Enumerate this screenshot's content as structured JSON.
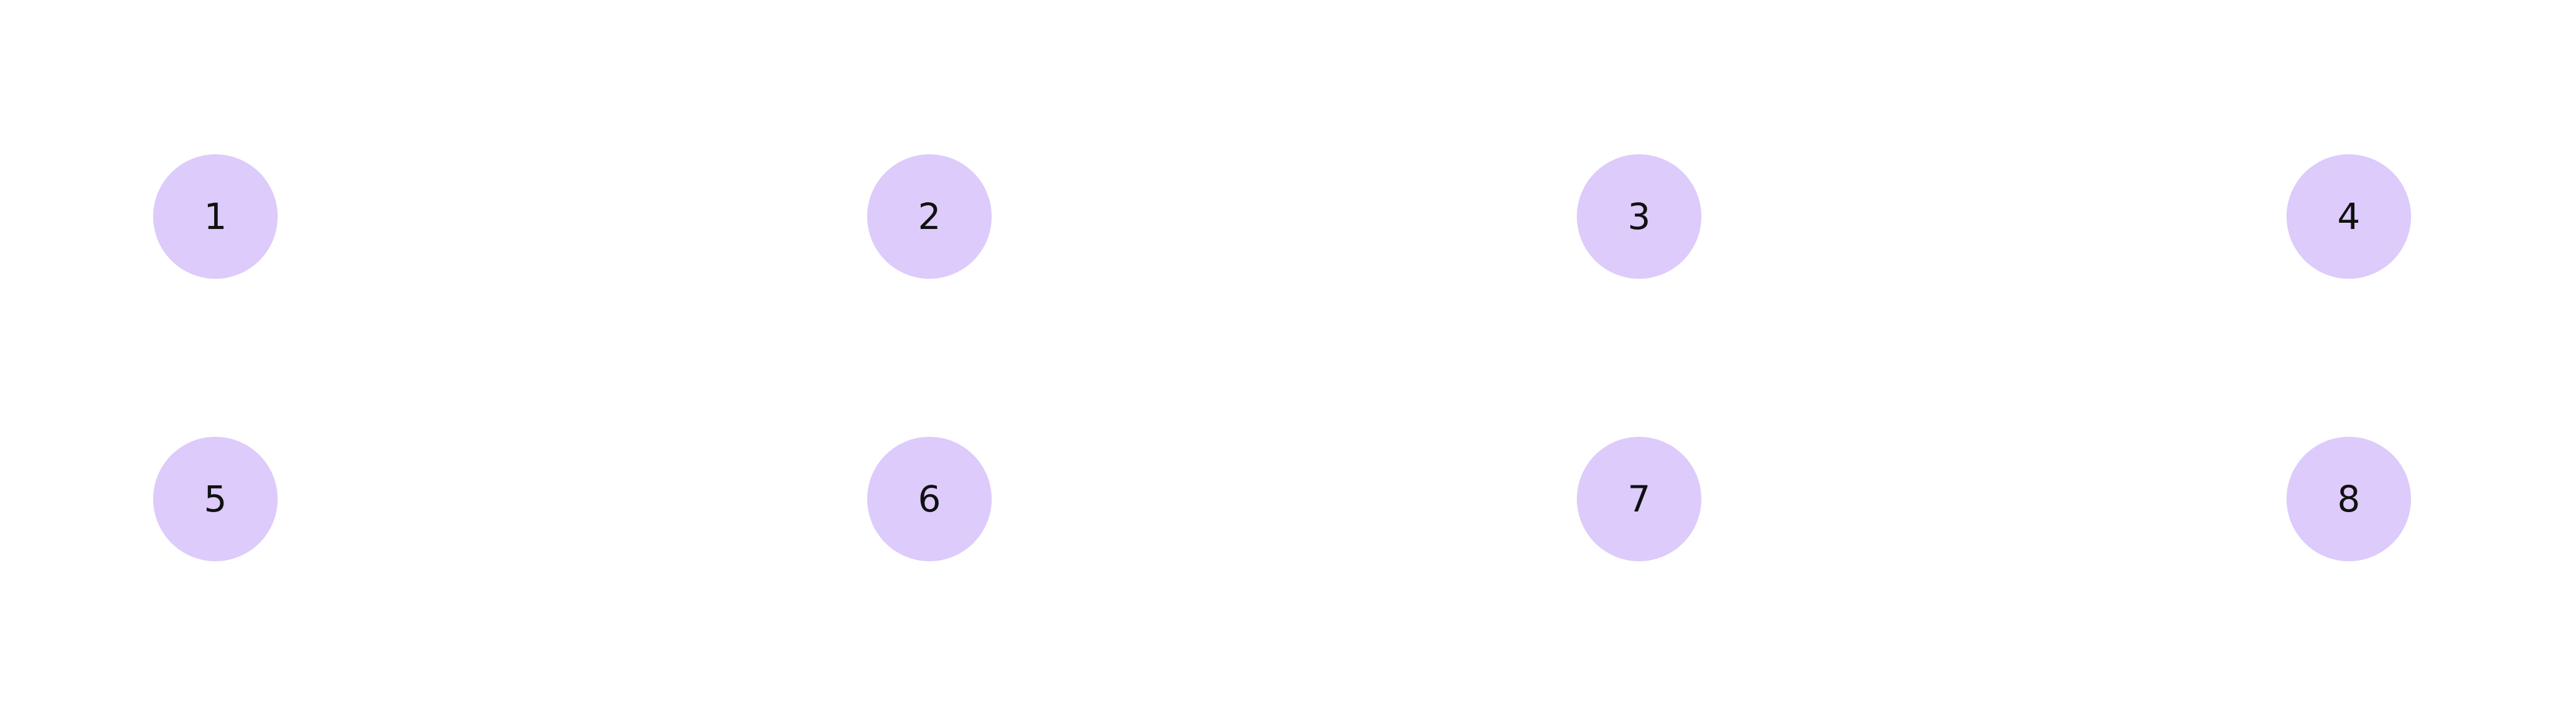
{
  "badge_color": "#dccbfb",
  "badges": [
    {
      "label": "1"
    },
    {
      "label": "2"
    },
    {
      "label": "3"
    },
    {
      "label": "4"
    },
    {
      "label": "5"
    },
    {
      "label": "6"
    },
    {
      "label": "7"
    },
    {
      "label": "8"
    }
  ]
}
